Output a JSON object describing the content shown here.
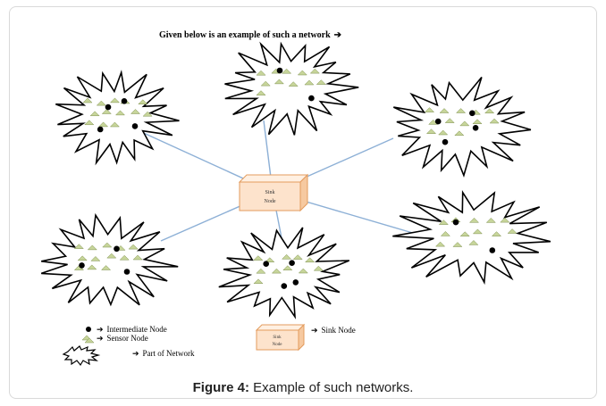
{
  "heading": "Given below is an example of such a network",
  "heading_arrow": "➔",
  "hub_label_line1": "Sink",
  "hub_label_line2": "Node",
  "legend": {
    "intermediate": "Intermediate Node",
    "sensor": "Sensor Node",
    "part": "Part of Network",
    "sink": "Sink Node",
    "arrow": "➔"
  },
  "caption": {
    "label": "Figure 4:",
    "text": " Example of such networks."
  },
  "colors": {
    "link": "#8db0d6",
    "sensor": "#c7d59a",
    "box": "#fde3cc",
    "box_edge": "#e39b5d"
  },
  "clusters": [
    {
      "name": "top-left",
      "sensor_nodes": 13,
      "intermediate_nodes": 4
    },
    {
      "name": "top-center",
      "sensor_nodes": 11,
      "intermediate_nodes": 2
    },
    {
      "name": "top-right",
      "sensor_nodes": 13,
      "intermediate_nodes": 4
    },
    {
      "name": "bottom-left",
      "sensor_nodes": 13,
      "intermediate_nodes": 3
    },
    {
      "name": "bottom-center",
      "sensor_nodes": 11,
      "intermediate_nodes": 4
    },
    {
      "name": "bottom-right",
      "sensor_nodes": 13,
      "intermediate_nodes": 2
    }
  ]
}
